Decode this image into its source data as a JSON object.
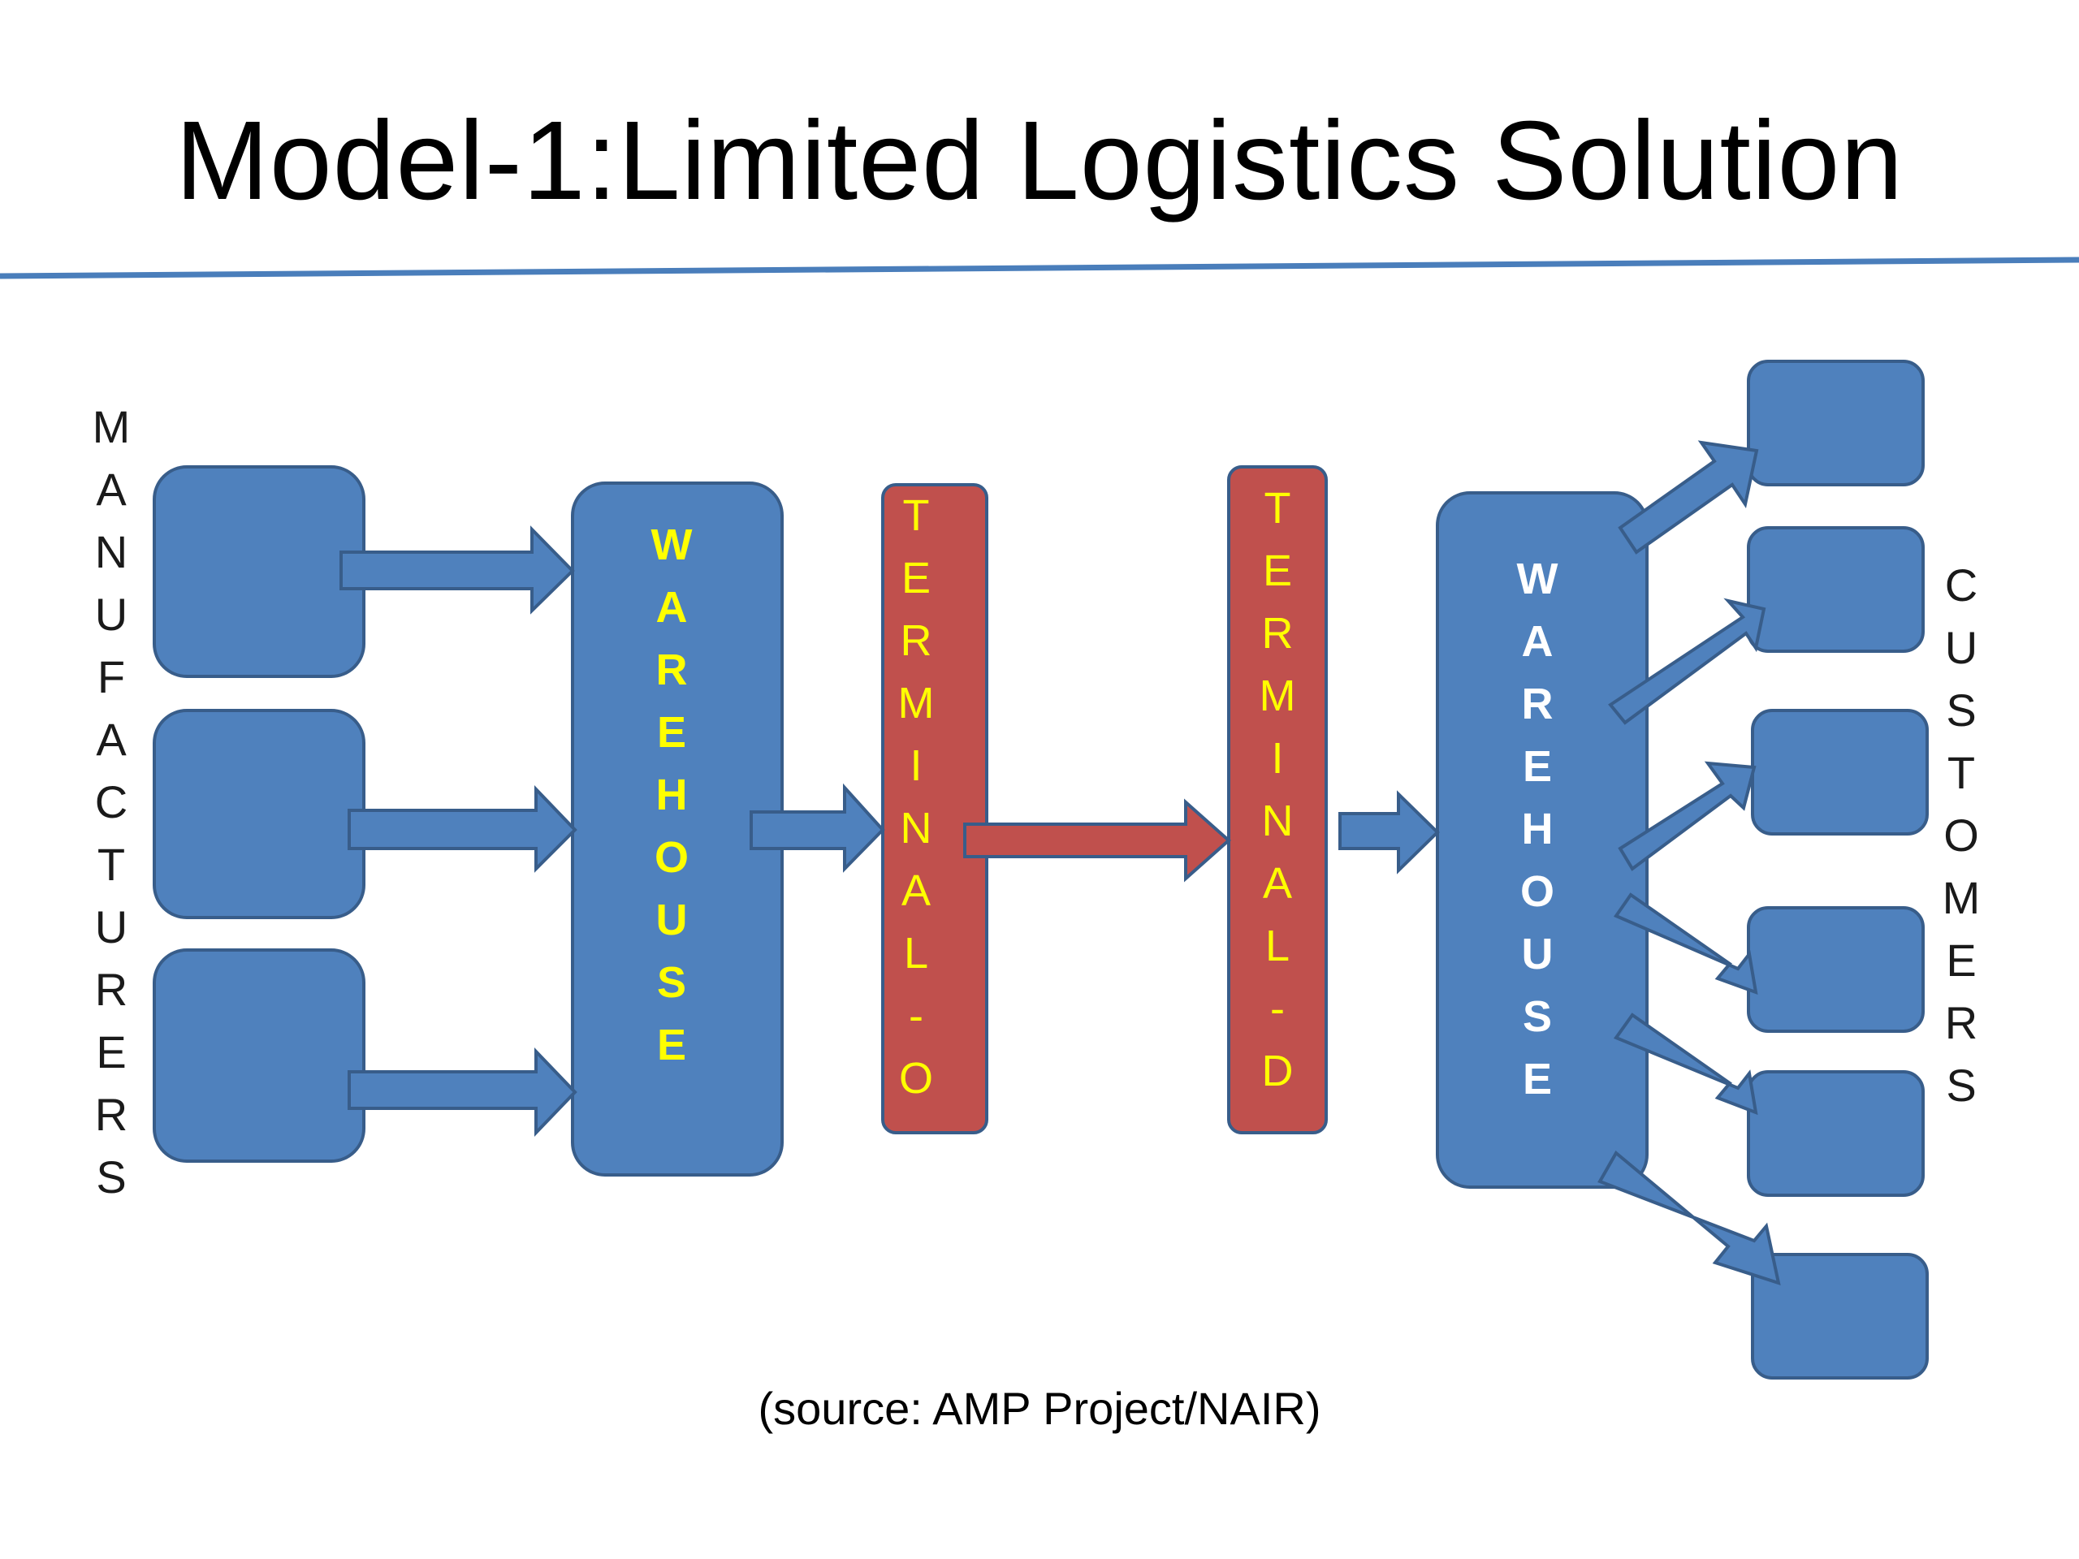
{
  "title": "Model-1:Limited Logistics Solution",
  "source": "(source: AMP Project/NAIR)",
  "labels": {
    "manufacturers": "M\nA\nN\nU\nF\nA\nC\nT\nU\nR\nE\nR\nS",
    "customers": "C\nU\nS\nT\nO\nM\nE\nR\nS",
    "warehouse_origin": "W\nA\nR\nE\nH\nO\nU\nS\nE",
    "warehouse_destination": "W\nA\nR\nE\nH\nO\nU\nS\nE",
    "terminal_origin": "T\nE\nR\nM\nI\nN\nA\nL\n-\nO",
    "terminal_destination": "T\nE\nR\nM\nI\nN\nA\nL\n-\nD"
  },
  "colors": {
    "node_fill": "#4f81bd",
    "node_stroke": "#385d8a",
    "terminal_fill": "#c0504d",
    "terminal_stroke": "#385d8a",
    "transport_arrow_fill": "#c0504d",
    "rule_line": "#4a7ebb",
    "warehouse_origin_text": "#ffff00",
    "warehouse_destination_text": "#ffffff",
    "terminal_text": "#ffff00"
  }
}
